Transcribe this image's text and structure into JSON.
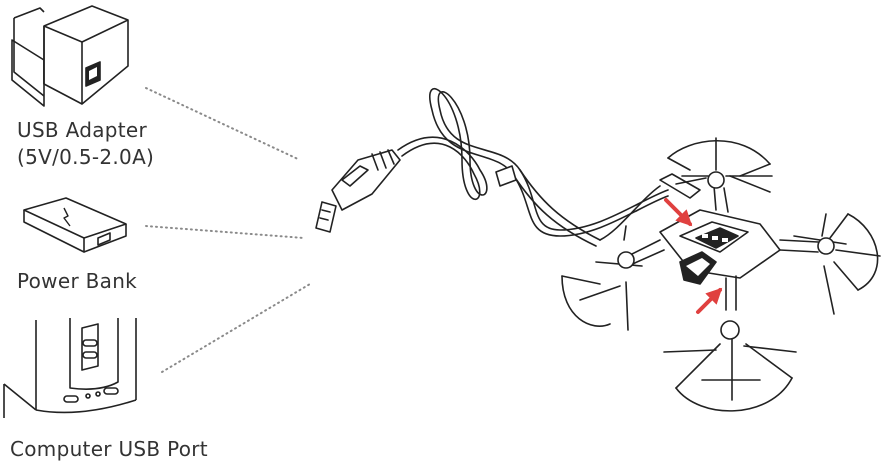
{
  "sources": [
    {
      "key": "usb_adapter",
      "label_line1": "USB Adapter",
      "label_line2": "(5V/0.5-2.0A)",
      "icon": "wall-adapter-icon"
    },
    {
      "key": "power_bank",
      "label_line1": "Power Bank",
      "icon": "power-bank-icon"
    },
    {
      "key": "computer",
      "label_line1": "Computer USB Port",
      "icon": "computer-tower-icon"
    }
  ],
  "colors": {
    "line": "#222222",
    "dotted": "#8a8a8a",
    "arrow": "#e0403f",
    "text": "#333333"
  },
  "icons": {
    "cable": "usb-cable-icon",
    "drone": "drone-icon",
    "indicator": "red-arrow-icon"
  }
}
